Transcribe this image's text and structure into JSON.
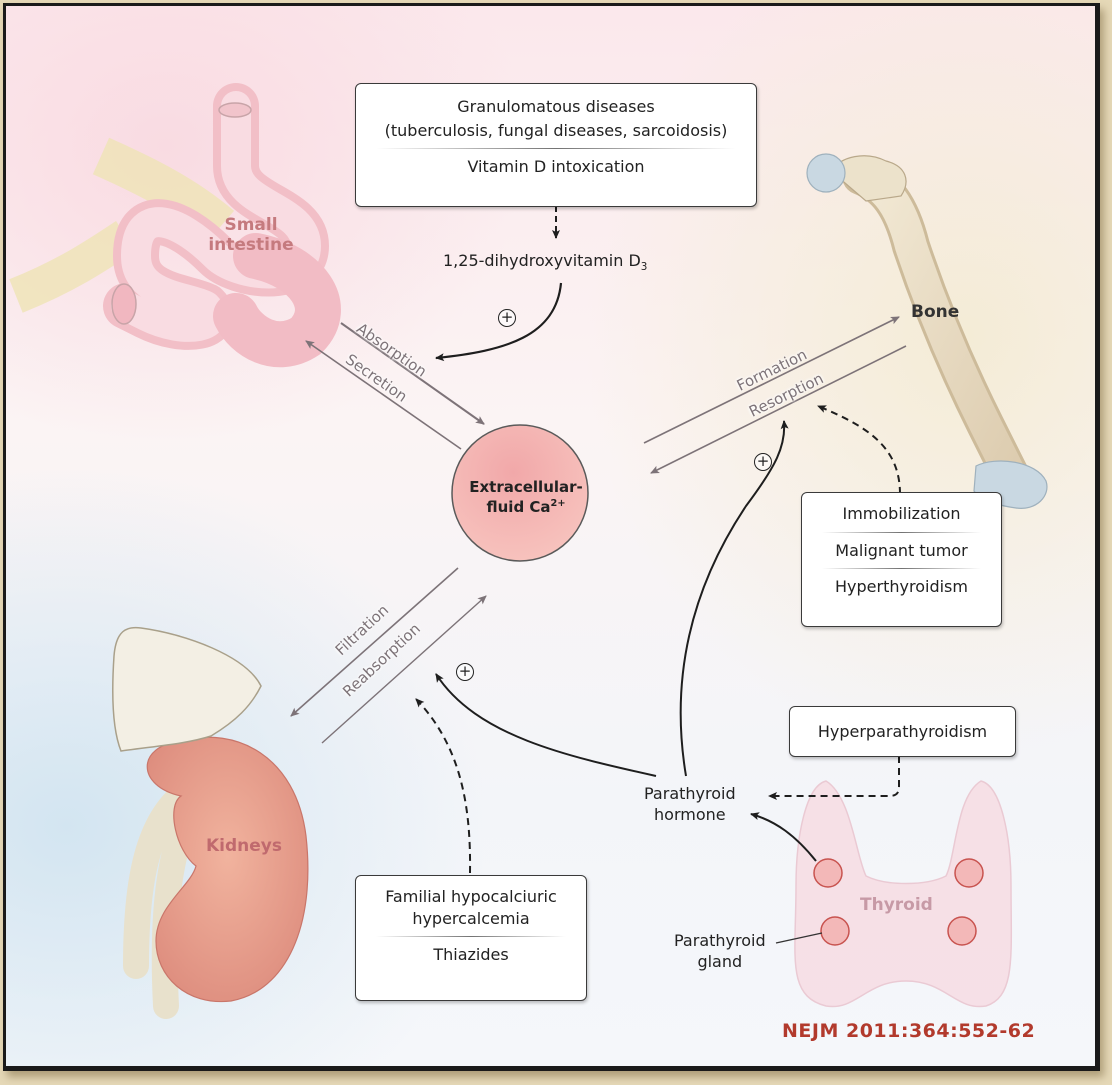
{
  "figure": {
    "citation": "NEJM 2011:364:552-62",
    "center": {
      "line1": "Extracellular-",
      "line2_base": "fluid Ca",
      "line2_sup": "2+"
    },
    "organs": {
      "small_intestine": "Small intestine",
      "small_intestine_line1": "Small",
      "small_intestine_line2": "intestine",
      "bone": "Bone",
      "kidneys": "Kidneys",
      "thyroid": "Thyroid"
    },
    "flows": {
      "absorption": "Absorption",
      "secretion": "Secretion",
      "formation": "Formation",
      "resorption": "Resorption",
      "filtration": "Filtration",
      "reabsorption": "Reabsorption"
    },
    "mediators": {
      "vitamin_d_base": "1,25-dihydroxyvitamin D",
      "vitamin_d_sub": "3",
      "pth_line1": "Parathyroid",
      "pth_line2": "hormone",
      "gland_line1": "Parathyroid",
      "gland_line2": "gland"
    },
    "stimulation_symbol": "+",
    "boxes": {
      "vitamin_d_causes": [
        "Granulomatous diseases",
        "(tuberculosis, fungal diseases, sarcoidosis)",
        "Vitamin D intoxication"
      ],
      "bone_causes": [
        "Immobilization",
        "Malignant tumor",
        "Hyperthyroidism"
      ],
      "pth_causes": [
        "Hyperparathyroidism"
      ],
      "kidney_causes": [
        "Familial hypocalciuric",
        "hypercalcemia",
        "Thiazides"
      ]
    },
    "colors": {
      "organ_label": "#c57a7e",
      "bone_label": "#333333",
      "thyroid_label": "#c79aa6",
      "flow_arrow": "#7d7378",
      "citation": "#b23a2c",
      "center_fill": "#f4b3b1"
    }
  }
}
